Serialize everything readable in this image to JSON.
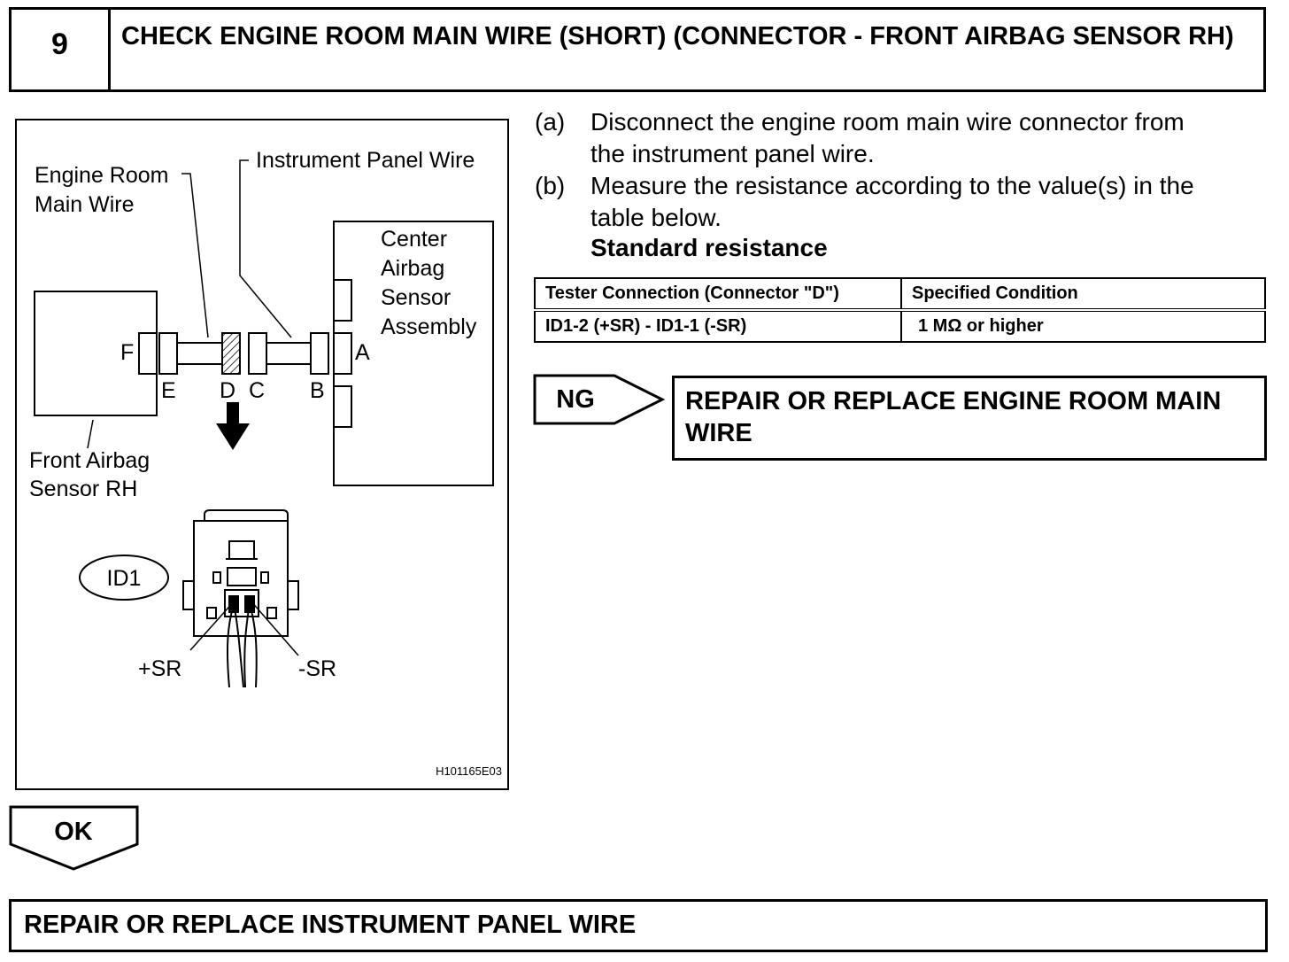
{
  "step": {
    "number": "9",
    "title": "CHECK ENGINE ROOM MAIN WIRE (SHORT) (CONNECTOR - FRONT AIRBAG SENSOR RH)"
  },
  "diagram": {
    "labels": {
      "engine_room_line1": "Engine Room",
      "engine_room_line2": "Main Wire",
      "instrument_panel": "Instrument Panel Wire",
      "center_line1": "Center",
      "center_line2": "Airbag",
      "center_line3": "Sensor",
      "center_line4": "Assembly",
      "front_line1": "Front Airbag",
      "front_line2": "Sensor RH",
      "conn_a": "A",
      "conn_b": "B",
      "conn_c": "C",
      "conn_d": "D",
      "conn_e": "E",
      "conn_f": "F",
      "connector_id": "ID1",
      "plus_sr": "+SR",
      "minus_sr": "-SR",
      "figure_code": "H101165E03"
    }
  },
  "instructions": [
    {
      "letter": "(a)",
      "line1": "Disconnect the engine room main wire connector from",
      "line2": "the instrument panel wire."
    },
    {
      "letter": "(b)",
      "line1": "Measure the resistance according to the value(s) in the",
      "line2": "table below."
    }
  ],
  "standard_label": "Standard resistance",
  "table": {
    "headers": [
      "Tester Connection (Connector \"D\")",
      "Specified Condition"
    ],
    "rows": [
      [
        "ID1-2 (+SR) - ID1-1 (-SR)",
        "1 MΩ or higher"
      ]
    ]
  },
  "ng": {
    "label": "NG",
    "result": "REPAIR OR REPLACE ENGINE ROOM MAIN WIRE"
  },
  "ok": {
    "label": "OK",
    "result": "REPAIR OR REPLACE INSTRUMENT PANEL WIRE"
  }
}
